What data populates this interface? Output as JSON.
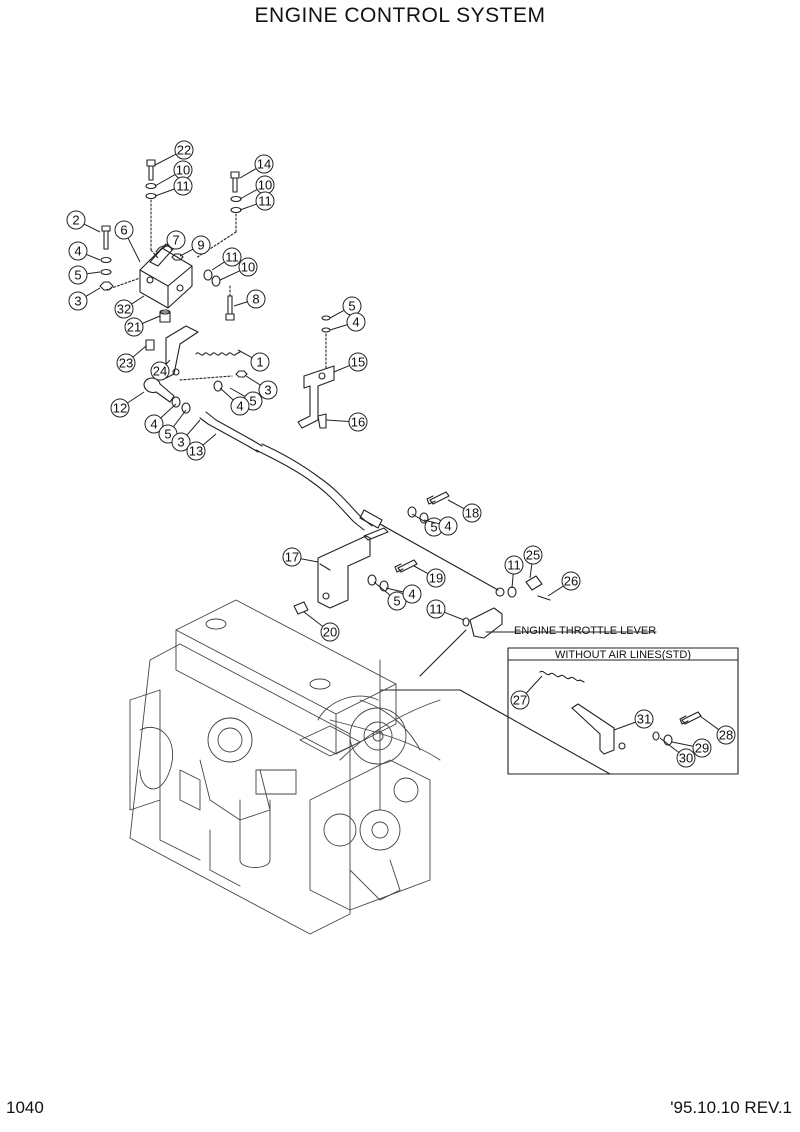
{
  "page": {
    "title": "ENGINE CONTROL SYSTEM",
    "page_number": "1040",
    "revision": "'95.10.10  REV.1"
  },
  "labels": {
    "engine_throttle_lever": "ENGINE THROTTLE LEVER",
    "without_air_lines": "WITHOUT AIR LINES(STD)"
  },
  "callouts": [
    {
      "id": "22",
      "text": "22"
    },
    {
      "id": "10a",
      "text": "10"
    },
    {
      "id": "11a",
      "text": "11"
    },
    {
      "id": "14",
      "text": "14"
    },
    {
      "id": "10b",
      "text": "10"
    },
    {
      "id": "11b",
      "text": "11"
    },
    {
      "id": "2",
      "text": "2"
    },
    {
      "id": "6",
      "text": "6"
    },
    {
      "id": "7",
      "text": "7"
    },
    {
      "id": "9",
      "text": "9"
    },
    {
      "id": "11c",
      "text": "11"
    },
    {
      "id": "10c",
      "text": "10"
    },
    {
      "id": "4a",
      "text": "4"
    },
    {
      "id": "5a",
      "text": "5"
    },
    {
      "id": "3a",
      "text": "3"
    },
    {
      "id": "8",
      "text": "8"
    },
    {
      "id": "32",
      "text": "32"
    },
    {
      "id": "21",
      "text": "21"
    },
    {
      "id": "5b",
      "text": "5"
    },
    {
      "id": "4b",
      "text": "4"
    },
    {
      "id": "1",
      "text": "1"
    },
    {
      "id": "23",
      "text": "23"
    },
    {
      "id": "24",
      "text": "24"
    },
    {
      "id": "15",
      "text": "15"
    },
    {
      "id": "3b",
      "text": "3"
    },
    {
      "id": "5c",
      "text": "5"
    },
    {
      "id": "4c",
      "text": "4"
    },
    {
      "id": "12",
      "text": "12"
    },
    {
      "id": "16",
      "text": "16"
    },
    {
      "id": "4d",
      "text": "4"
    },
    {
      "id": "5d",
      "text": "5"
    },
    {
      "id": "3c",
      "text": "3"
    },
    {
      "id": "13",
      "text": "13"
    },
    {
      "id": "18",
      "text": "18"
    },
    {
      "id": "5e",
      "text": "5"
    },
    {
      "id": "4e",
      "text": "4"
    },
    {
      "id": "17",
      "text": "17"
    },
    {
      "id": "25",
      "text": "25"
    },
    {
      "id": "11d",
      "text": "11"
    },
    {
      "id": "19",
      "text": "19"
    },
    {
      "id": "26",
      "text": "26"
    },
    {
      "id": "5f",
      "text": "5"
    },
    {
      "id": "4f",
      "text": "4"
    },
    {
      "id": "11e",
      "text": "11"
    },
    {
      "id": "20",
      "text": "20"
    },
    {
      "id": "27",
      "text": "27"
    },
    {
      "id": "31",
      "text": "31"
    },
    {
      "id": "28",
      "text": "28"
    },
    {
      "id": "29",
      "text": "29"
    },
    {
      "id": "30",
      "text": "30"
    }
  ]
}
